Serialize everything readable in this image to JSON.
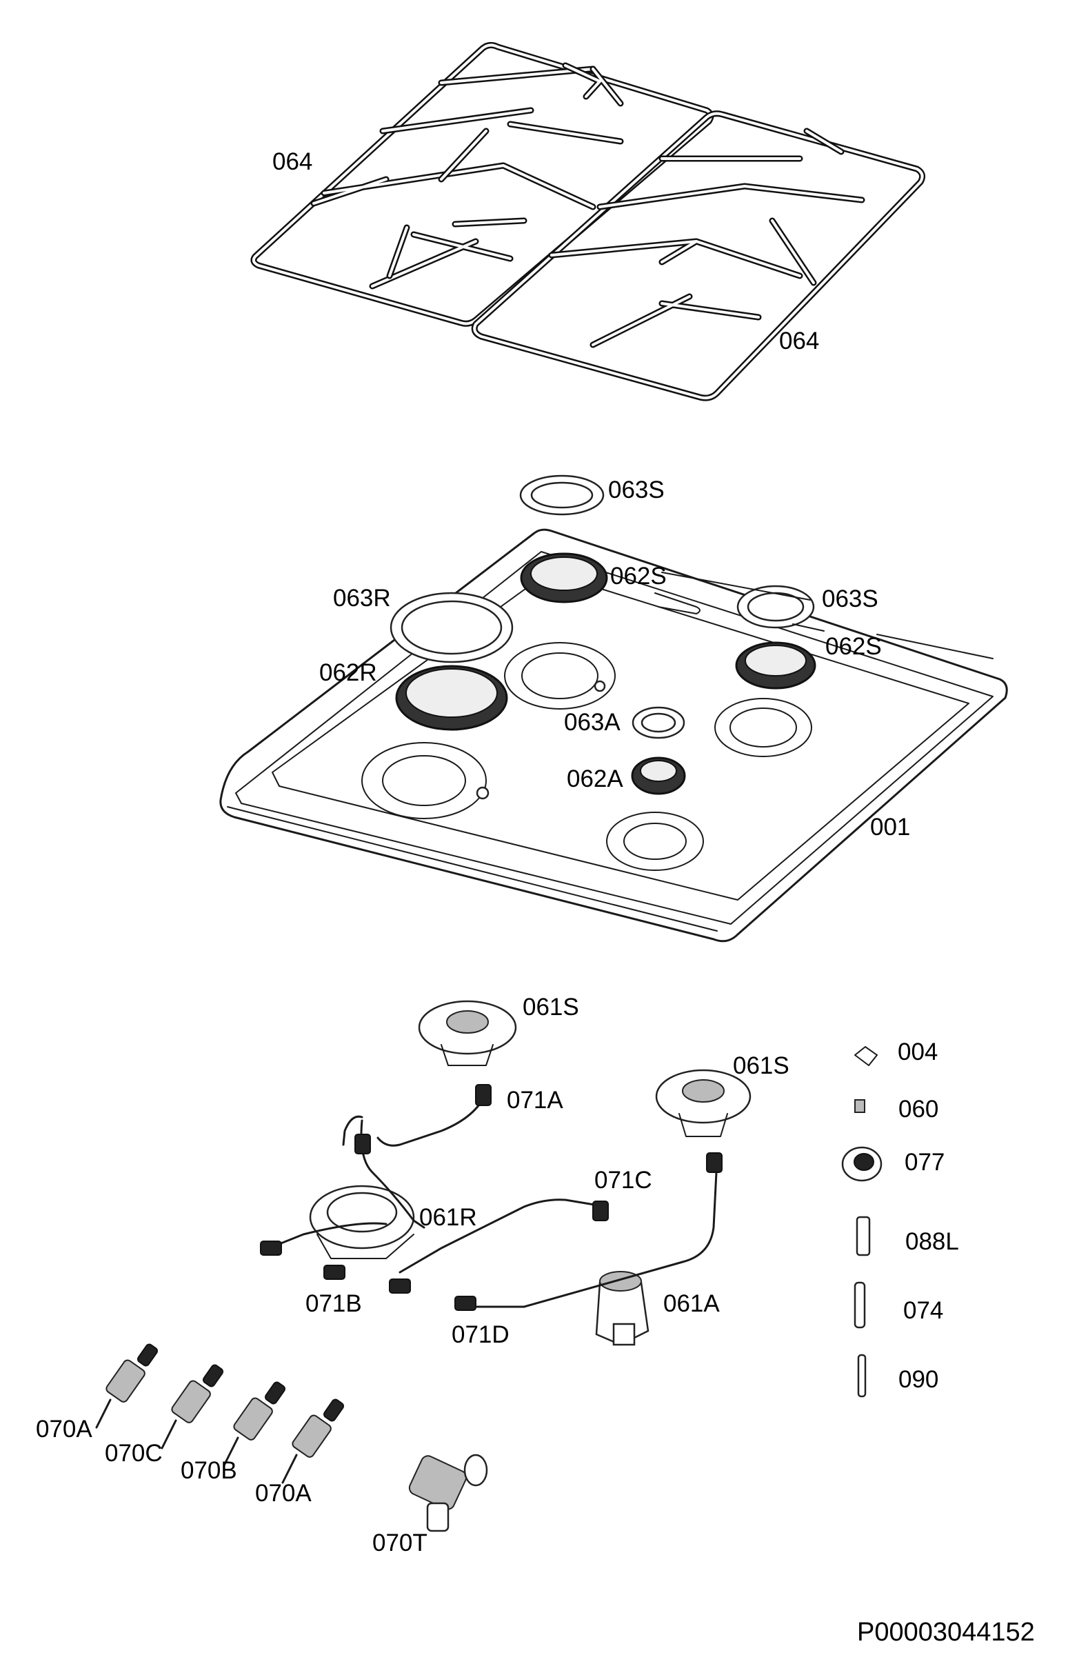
{
  "labels": {
    "l064a": "064",
    "l064b": "064",
    "l063s_top": "063S",
    "l062s_top": "062S",
    "l063r": "063R",
    "l063s_right": "063S",
    "l062s_right": "062S",
    "l062r": "062R",
    "l063a": "063A",
    "l062a": "062A",
    "l001": "001",
    "l061s_left": "061S",
    "l004": "004",
    "l061s_right": "061S",
    "l071a": "071A",
    "l060": "060",
    "l077": "077",
    "l071c": "071C",
    "l061r": "061R",
    "l088l": "088L",
    "l071b": "071B",
    "l061a": "061A",
    "l074": "074",
    "l071d": "071D",
    "l090": "090",
    "l070a_left": "070A",
    "l070c": "070C",
    "l070b": "070B",
    "l070a_right": "070A",
    "l070t": "070T"
  },
  "drawing_code": "P00003044152"
}
